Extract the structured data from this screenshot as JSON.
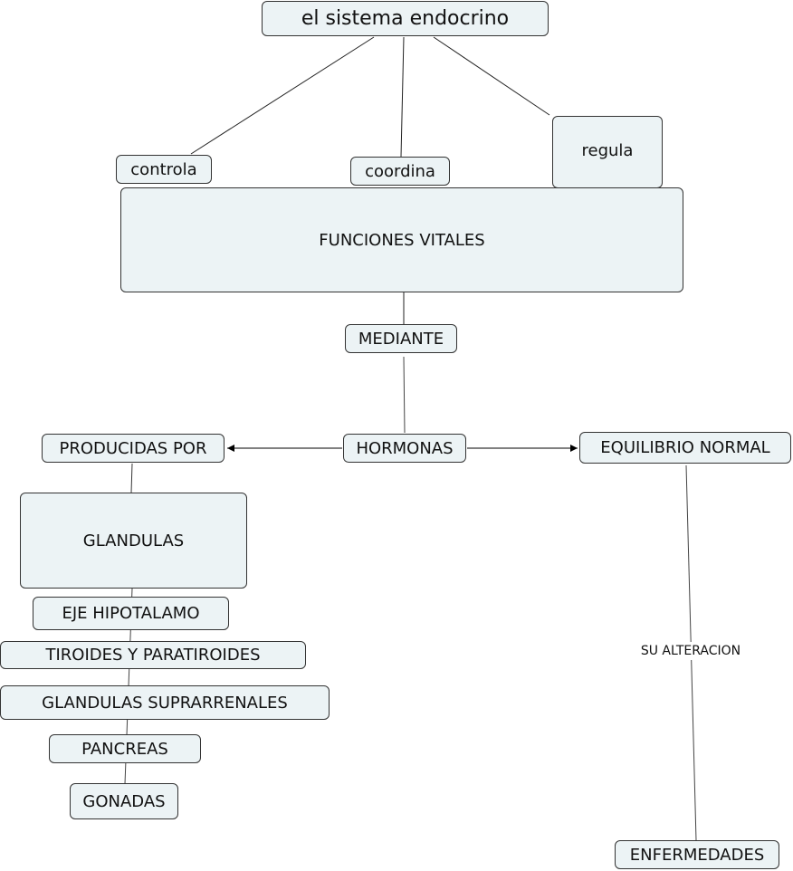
{
  "concept_map": {
    "root": "el sistema endocrino",
    "verbs": {
      "controla": "controla",
      "coordina": "coordina",
      "regula": "regula"
    },
    "funciones": "FUNCIONES VITALES",
    "mediante": "MEDIANTE",
    "hormonas": "HORMONAS",
    "producidas": "PRODUCIDAS POR",
    "equilibrio": "EQUILIBRIO NORMAL",
    "glandulas": "GLANDULAS",
    "glands": [
      "EJE HIPOTALAMO",
      "TIROIDES Y PARATIROIDES",
      "GLANDULAS SUPRARRENALES",
      "PANCREAS",
      "GONADAS"
    ],
    "alteracion_label": "SU ALTERACION",
    "enfermedades": "ENFERMEDADES"
  }
}
